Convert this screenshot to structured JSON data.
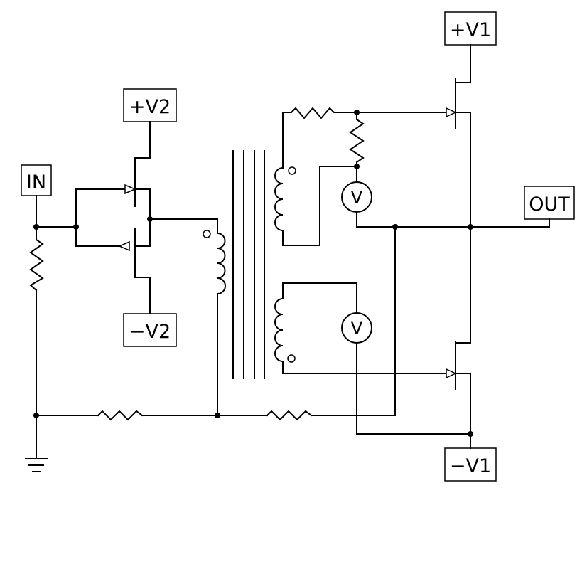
{
  "labels": {
    "input": "IN",
    "output": "OUT",
    "pos_v2": "+V2",
    "neg_v2": "−V2",
    "pos_v1": "+V1",
    "neg_v1": "−V1"
  },
  "meters": {
    "upper": "V",
    "lower": "V"
  }
}
